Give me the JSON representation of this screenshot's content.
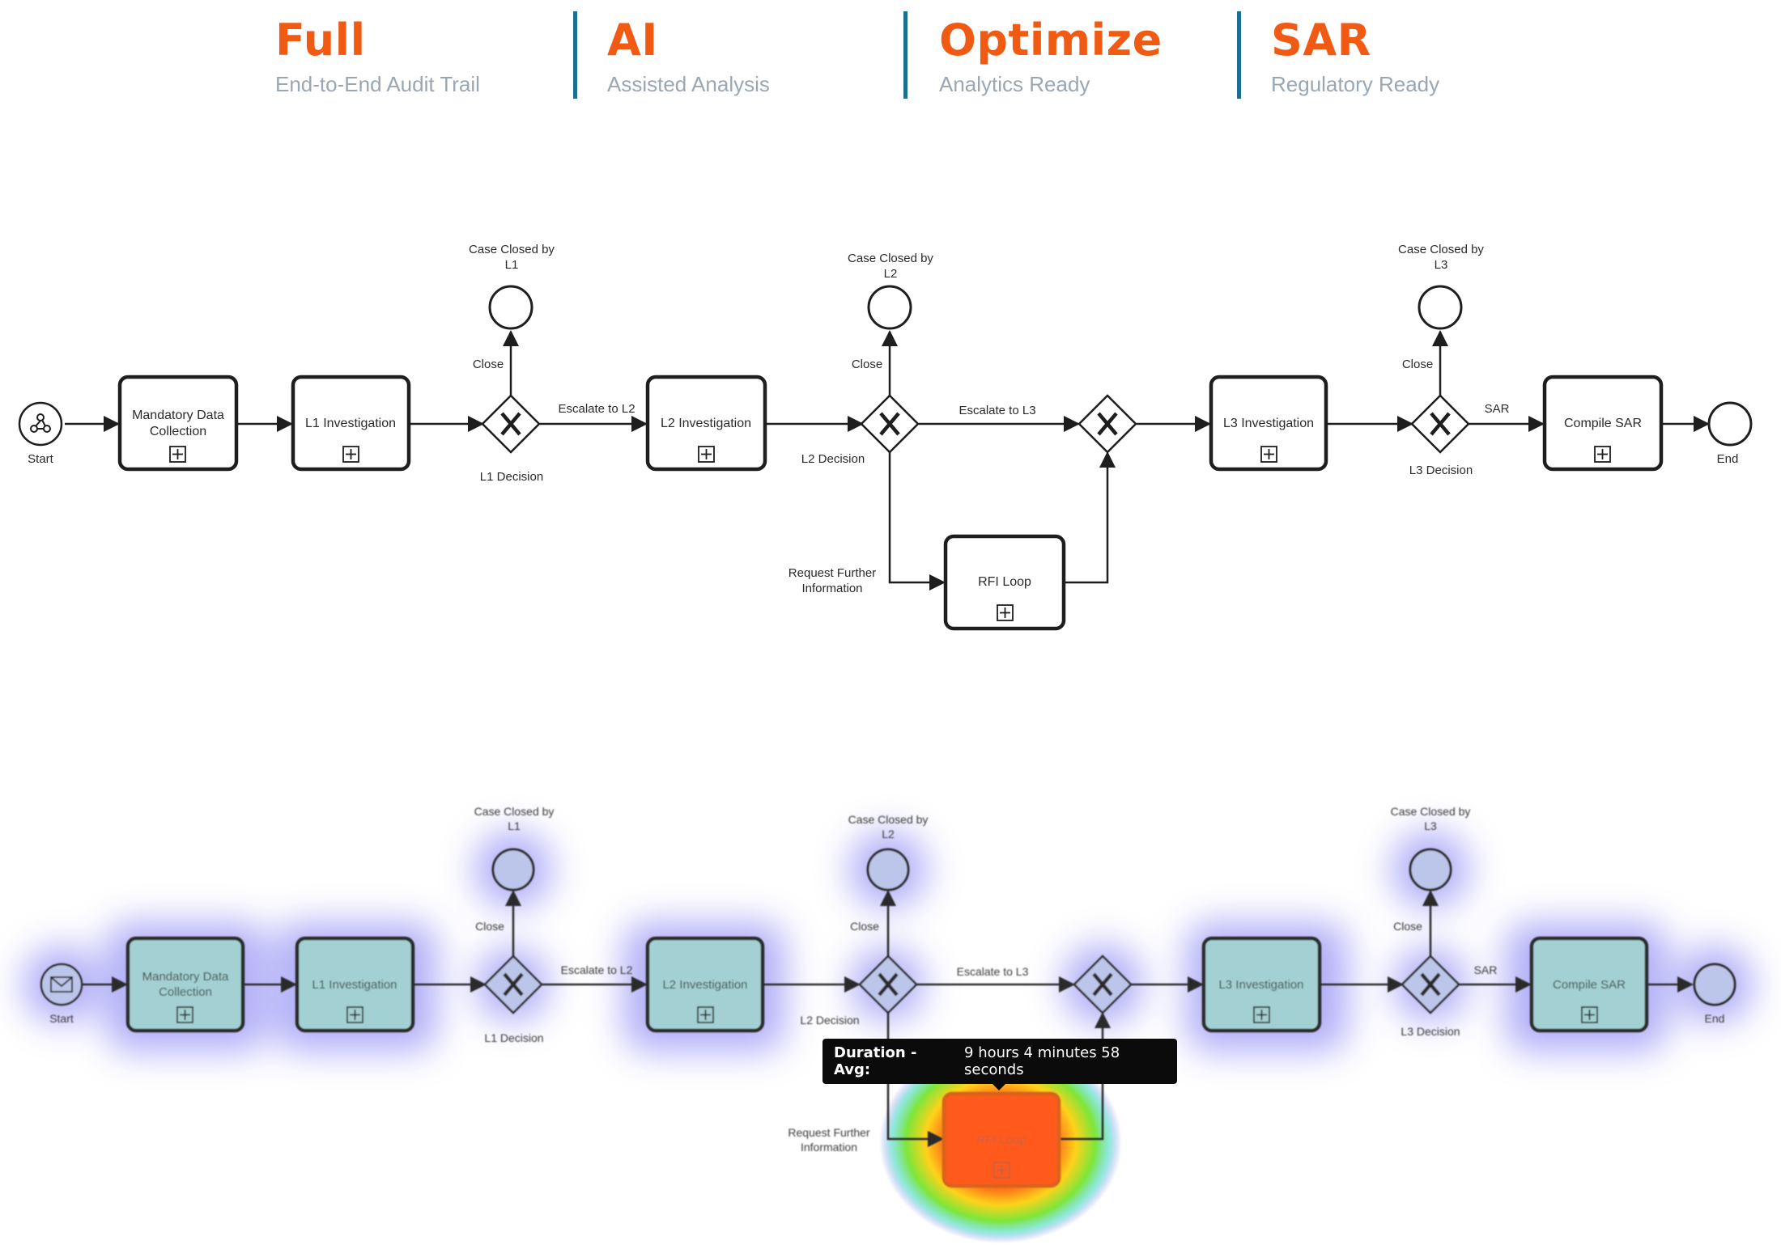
{
  "features": [
    {
      "title": "Full",
      "subtitle": "End-to-End Audit Trail"
    },
    {
      "title": "AI",
      "subtitle": "Assisted Analysis"
    },
    {
      "title": "Optimize",
      "subtitle": "Analytics Ready"
    },
    {
      "title": "SAR",
      "subtitle": "Regulatory Ready"
    }
  ],
  "colors": {
    "accent": "#f05a12",
    "separator": "#1a6f93",
    "subtitle": "#9aa7b3",
    "heat_cool": "#6f6cf0",
    "heat_hot": "#ff4a17"
  },
  "process": {
    "start": "Start",
    "end": "End",
    "tasks": {
      "mandatory": [
        "Mandatory Data",
        "Collection"
      ],
      "l1": "L1 Investigation",
      "l2": "L2 Investigation",
      "l3": "L3 Investigation",
      "rfi": "RFI Loop",
      "compile": "Compile SAR"
    },
    "gateways": {
      "l1": "L1 Decision",
      "l2": "L2 Decision",
      "l3": "L3 Decision"
    },
    "closed_events": {
      "l1": [
        "Case Closed by",
        "L1"
      ],
      "l2": [
        "Case Closed by",
        "L2"
      ],
      "l3": [
        "Case Closed by",
        "L3"
      ]
    },
    "flows": {
      "close": "Close",
      "escalate_l2": "Escalate to L2",
      "escalate_l3": "Escalate to L3",
      "sar": "SAR",
      "request_info": [
        "Request Further",
        "Information"
      ]
    }
  },
  "heatmap_tooltip": {
    "label": "Duration - Avg:",
    "value": "9 hours 4 minutes 58 seconds"
  }
}
